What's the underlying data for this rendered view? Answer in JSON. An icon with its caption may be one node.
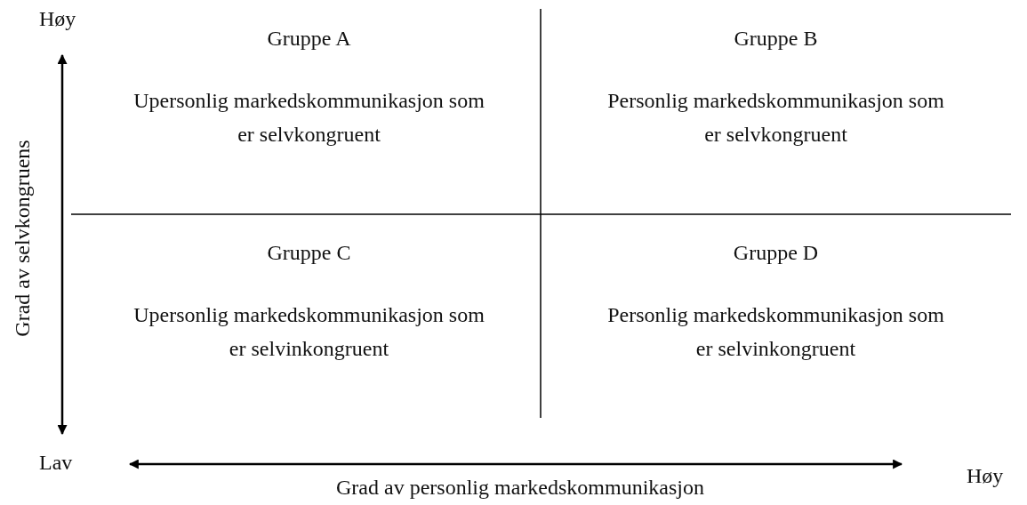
{
  "diagram": {
    "nodes": [
      {
        "text": [
          "Gruppe A",
          "Upersonlig markedskommunikasjon som er selvkongruent"
        ]
      },
      {
        "text": [
          "Gruppe B",
          "Personlig markedskommunikasjon som er selvkongruent"
        ]
      },
      {
        "text": [
          "Gruppe C",
          "Upersonlig markedskommunikasjon som er selvinkongruent"
        ]
      },
      {
        "text": [
          "Gruppe D",
          "Personlig markedskommunikasjon som er selvinkongruent"
        ]
      }
    ],
    "labels": [
      "Høy",
      "Grad av selvkongruens",
      "Lav",
      "Høy",
      "Grad av personlig markedskommunikasjon"
    ]
  }
}
